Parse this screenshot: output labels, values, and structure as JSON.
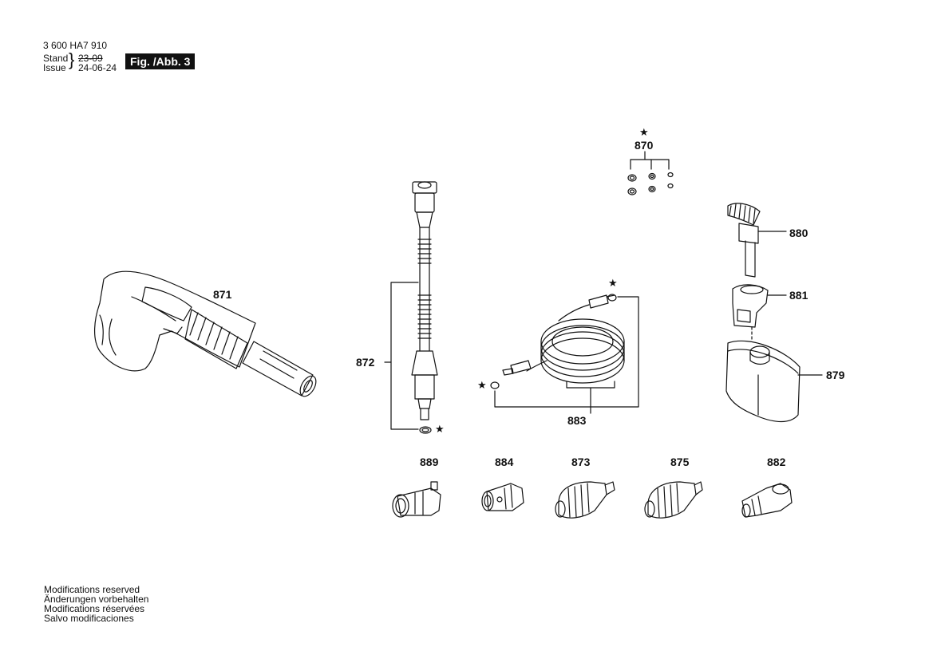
{
  "header": {
    "part_number": "3 600 HA7 910",
    "stand_label": "Stand",
    "issue_label": "Issue",
    "stand_value": "23-09",
    "issue_value": "24-06-24",
    "figure_badge": "Fig. /Abb. 3"
  },
  "callouts": {
    "c870": "870",
    "c871": "871",
    "c872": "872",
    "c880": "880",
    "c881": "881",
    "c879": "879",
    "c883": "883",
    "c889": "889",
    "c884": "884",
    "c873": "873",
    "c875": "875",
    "c882": "882"
  },
  "star_symbol": "★",
  "footer": {
    "line1": "Modifications reserved",
    "line2": "Änderungen vorbehalten",
    "line3": "Modifications réservées",
    "line4": "Salvo modificaciones"
  }
}
